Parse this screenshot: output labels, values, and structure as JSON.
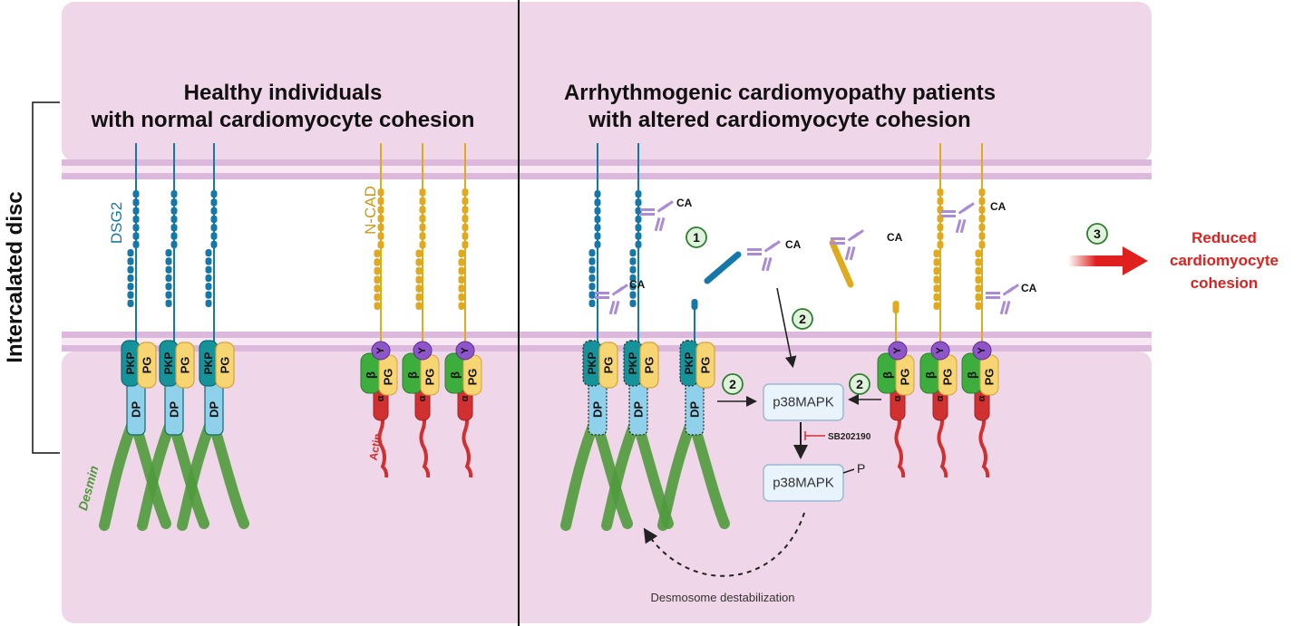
{
  "side_label": "Intercalated disc",
  "left_panel": {
    "title_line1": "Healthy individuals",
    "title_line2": "with normal cardiomyocyte cohesion",
    "dsg2_label": "DSG2",
    "ncad_label": "N-CAD",
    "desmin_label": "Desmin",
    "actin_label": "Actin"
  },
  "right_panel": {
    "title_line1": "Arrhythmogenic cardiomyopathy patients",
    "title_line2": "with altered cardiomyocyte cohesion",
    "antibody_label": "CA",
    "step1": "1",
    "step2": "2",
    "step3": "3",
    "kinase_label": "p38MAPK",
    "phospho_label": "P",
    "inhibitor_label": "SB202190",
    "feedback_label": "Desmosome destabilization",
    "outcome_line1": "Reduced",
    "outcome_line2": "cardiomyocyte",
    "outcome_line3": "cohesion"
  },
  "protein_labels": {
    "pkp": "PKP",
    "pg": "PG",
    "dp": "DP",
    "beta": "β",
    "alpha": "α",
    "gamma": "Y"
  },
  "colors": {
    "cell": "#efd6e8",
    "membrane": "#dcb9dc",
    "dsg2": "#1479a8",
    "ncad": "#e0aa1e",
    "pkp": "#16929a",
    "pg": "#f7d572",
    "dp": "#8fd0ea",
    "desmin": "#4f9a3c",
    "actin": "#d03030",
    "beta": "#3dae3d",
    "gamma": "#8d55c8",
    "antibody": "#a98bd6",
    "outcome": "#e0201e",
    "step_circle": "#dff2dc"
  }
}
